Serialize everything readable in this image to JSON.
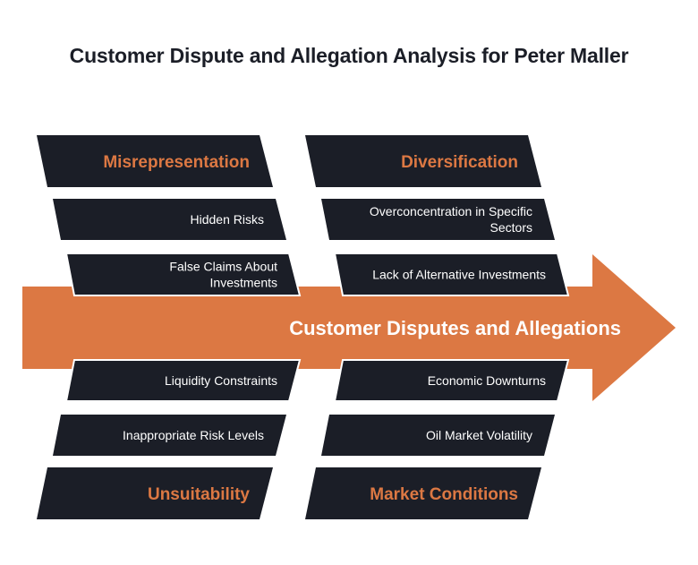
{
  "title": "Customer Dispute and Allegation Analysis for Peter Maller",
  "colors": {
    "accent": "#dc7843",
    "box": "#1b1e27",
    "item_text": "#ffffff",
    "title_text": "#1b1e27"
  },
  "spine": {
    "label": "Customer Disputes and Allegations"
  },
  "categories": [
    {
      "id": "misrepresentation",
      "label": "Misrepresentation",
      "position": "top-left",
      "causes": [
        {
          "label": [
            "Hidden Risks"
          ]
        },
        {
          "label": [
            "False Claims About",
            "Investments"
          ]
        }
      ]
    },
    {
      "id": "diversification",
      "label": "Diversification",
      "position": "top-right",
      "causes": [
        {
          "label": [
            "Overconcentration in Specific",
            "Sectors"
          ]
        },
        {
          "label": [
            "Lack of Alternative Investments"
          ]
        }
      ]
    },
    {
      "id": "unsuitability",
      "label": "Unsuitability",
      "position": "bottom-left",
      "causes": [
        {
          "label": [
            "Liquidity Constraints"
          ]
        },
        {
          "label": [
            "Inappropriate Risk Levels"
          ]
        }
      ]
    },
    {
      "id": "market-conditions",
      "label": "Market Conditions",
      "position": "bottom-right",
      "causes": [
        {
          "label": [
            "Economic Downturns"
          ]
        },
        {
          "label": [
            "Oil Market Volatility"
          ]
        }
      ]
    }
  ]
}
